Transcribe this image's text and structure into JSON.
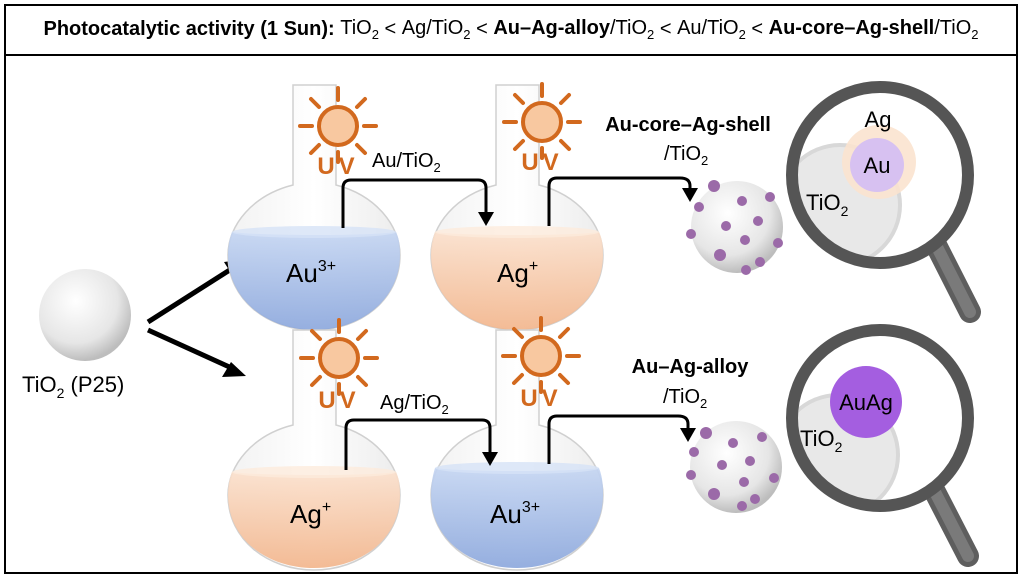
{
  "header": {
    "label": "Photocatalytic activity (1 Sun):",
    "tio2": "TiO",
    "sub2": "2",
    "lt": "<",
    "ag_over": "Ag/TiO",
    "au_ag_alloy": "Au–Ag-alloy",
    "slash_tio": "/TiO",
    "au_over": "Au/TiO",
    "au_core_shell": "Au-core–Ag-shell"
  },
  "labels": {
    "uv": "UV",
    "au3": "Au",
    "au3_sup": "3+",
    "ag": "Ag",
    "ag_sup": "+",
    "au_tio2_base": "Au/TiO",
    "ag_tio2_base": "Ag/TiO",
    "sub2": "2",
    "core_shell_line1": "Au-core–Ag-shell",
    "alloy_line1": "Au–Ag-alloy",
    "slash_tio2_base": "/TiO",
    "p25_base": "TiO",
    "p25_suffix": " (P25)",
    "mag_ag": "Ag",
    "mag_au": "Au",
    "mag_auag": "AuAg",
    "mag_tio2_base": "TiO"
  },
  "colors": {
    "sun": "#d2691e",
    "blue_liquid": "#a9c1e8",
    "orange_liquid": "#f7c6a5",
    "purple_dot": "#9b6aa8",
    "alloy_purple": "#a45ee0",
    "au_core": "#d8c2f0",
    "ag_shell": "#fbe3cf"
  }
}
